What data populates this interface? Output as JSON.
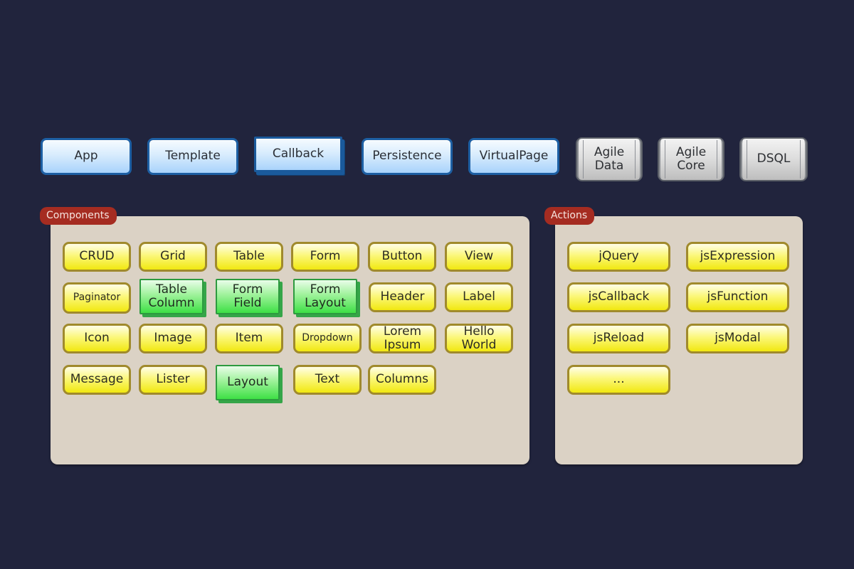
{
  "top_row": [
    {
      "label": "App",
      "style": "blue"
    },
    {
      "label": "Template",
      "style": "blue"
    },
    {
      "label": "Callback",
      "style": "blue-3d"
    },
    {
      "label": "Persistence",
      "style": "blue"
    },
    {
      "label": "VirtualPage",
      "style": "blue"
    },
    {
      "label": "Agile\nData",
      "style": "gray"
    },
    {
      "label": "Agile\nCore",
      "style": "gray"
    },
    {
      "label": "DSQL",
      "style": "gray"
    }
  ],
  "components": {
    "title": "Components",
    "items": [
      {
        "label": "CRUD",
        "style": "yellow"
      },
      {
        "label": "Grid",
        "style": "yellow"
      },
      {
        "label": "Table",
        "style": "yellow"
      },
      {
        "label": "Form",
        "style": "yellow"
      },
      {
        "label": "Button",
        "style": "yellow"
      },
      {
        "label": "View",
        "style": "yellow"
      },
      {
        "label": "Paginator",
        "style": "yellow"
      },
      {
        "label": "Table\nColumn",
        "style": "green"
      },
      {
        "label": "Form\nField",
        "style": "green"
      },
      {
        "label": "Form\nLayout",
        "style": "green"
      },
      {
        "label": "Header",
        "style": "yellow"
      },
      {
        "label": "Label",
        "style": "yellow"
      },
      {
        "label": "Icon",
        "style": "yellow"
      },
      {
        "label": "Image",
        "style": "yellow"
      },
      {
        "label": "Item",
        "style": "yellow"
      },
      {
        "label": "Dropdown",
        "style": "yellow"
      },
      {
        "label": "Lorem\nIpsum",
        "style": "yellow"
      },
      {
        "label": "Hello\nWorld",
        "style": "yellow"
      },
      {
        "label": "Message",
        "style": "yellow"
      },
      {
        "label": "Lister",
        "style": "yellow"
      },
      {
        "label": "Layout",
        "style": "green"
      },
      {
        "label": "Text",
        "style": "yellow"
      },
      {
        "label": "Columns",
        "style": "yellow"
      }
    ]
  },
  "actions": {
    "title": "Actions",
    "items": [
      {
        "label": "jQuery"
      },
      {
        "label": "jsExpression"
      },
      {
        "label": "jsCallback"
      },
      {
        "label": "jsFunction"
      },
      {
        "label": "jsReload"
      },
      {
        "label": "jsModal"
      },
      {
        "label": "..."
      }
    ]
  },
  "colors": {
    "background": "#21243d",
    "panel": "#dbd2c5",
    "tag": "#a52c21",
    "blue_border": "#1d5fa3",
    "yellow_border": "#a08a2c",
    "green_border": "#2d9a3f"
  }
}
